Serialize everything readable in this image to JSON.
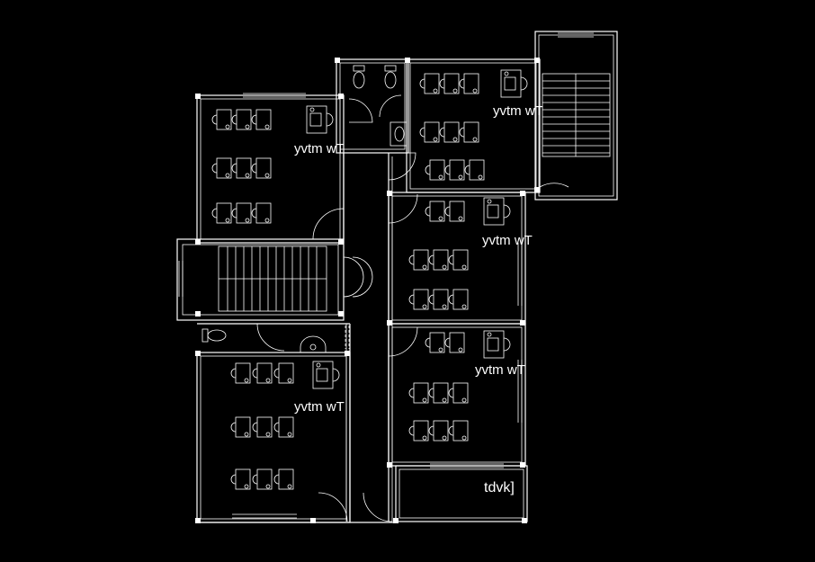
{
  "background_color": "#000000",
  "line_color": "#ffffff",
  "rooms": [
    {
      "id": "office-top-left",
      "label": "yvtm wT"
    },
    {
      "id": "office-top-right",
      "label": "yvtm wT"
    },
    {
      "id": "office-mid-right",
      "label": "yvtm wT"
    },
    {
      "id": "office-lower-right",
      "label": "yvtm wT"
    },
    {
      "id": "office-bottom-left",
      "label": "yvtm wT"
    },
    {
      "id": "store-bottom-right",
      "label": "tdvk]"
    }
  ],
  "fixtures": [
    "staircase",
    "staircase",
    "toilet",
    "toilet",
    "toilet",
    "wash-basin",
    "wash-basin"
  ]
}
